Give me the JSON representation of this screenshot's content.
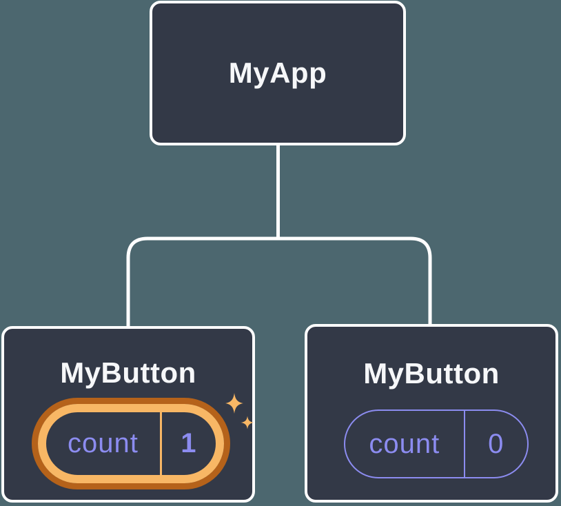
{
  "tree": {
    "root": {
      "title": "MyApp"
    },
    "children": [
      {
        "title": "MyButton",
        "state": {
          "label": "count",
          "value": "1"
        },
        "highlighted": true
      },
      {
        "title": "MyButton",
        "state": {
          "label": "count",
          "value": "0"
        },
        "highlighted": false
      }
    ]
  },
  "icons": {
    "sparkles": "sparkles-icon"
  },
  "colors": {
    "background": "#4C676F",
    "node_fill": "#333947",
    "node_border": "#FFFFFF",
    "connector": "#FFFFFF",
    "title_text": "#F6F7F9",
    "state_text": "#8C8CF0",
    "state_border": "#8C8CF0",
    "highlight_gold": "#F8B765",
    "highlight_orange": "#B5621A"
  }
}
